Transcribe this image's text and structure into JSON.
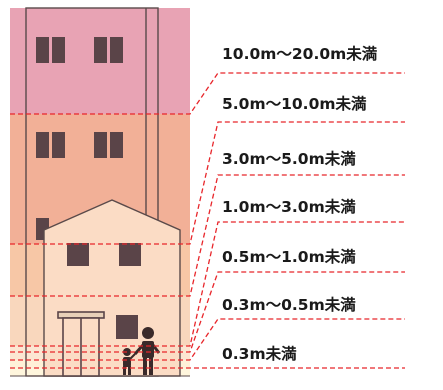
{
  "depth_bands": [
    {
      "label": "10.0m～20.0m未満",
      "color": "#e8a3b4"
    },
    {
      "label": "5.0m～10.0m未満",
      "color": "#f2b097"
    },
    {
      "label": "3.0m～5.0m未満",
      "color": "#f7c7a6"
    },
    {
      "label": "1.0m～3.0m未満",
      "color": "#f9d7bd"
    },
    {
      "label": "0.5m～1.0m未満",
      "color": "#fce6d3"
    },
    {
      "label": "0.3m～0.5m未満",
      "color": "#fff1d8"
    },
    {
      "label": "0.3m未満",
      "color": "#fff6dd"
    }
  ],
  "colors": {
    "dashed_line": "#e8262b",
    "outline": "#5a4a4a",
    "window": "#5a4448",
    "figures": "#3a2a2a"
  }
}
